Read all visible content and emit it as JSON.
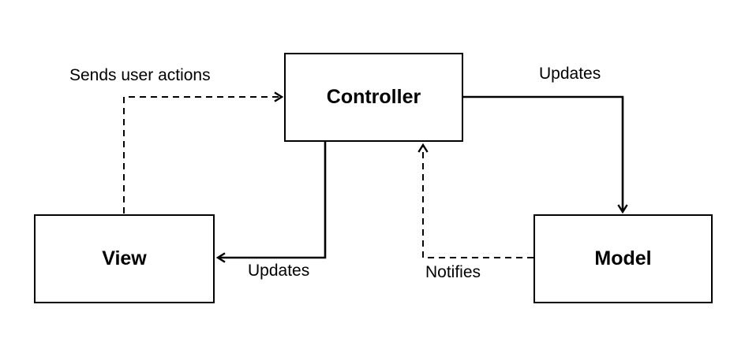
{
  "diagram": {
    "name": "mvc-pattern-diagram",
    "background_color": "#ffffff",
    "line_color": "#000000",
    "text_color": "#000000",
    "nodes": [
      {
        "id": "controller",
        "label": "Controller"
      },
      {
        "id": "view",
        "label": "View"
      },
      {
        "id": "model",
        "label": "Model"
      }
    ],
    "edges": [
      {
        "id": "view-to-controller",
        "label": "Sends user actions",
        "from": "View",
        "to": "Controller",
        "line_style": "dashed"
      },
      {
        "id": "controller-to-model",
        "label": "Updates",
        "from": "Controller",
        "to": "Model",
        "line_style": "solid"
      },
      {
        "id": "controller-to-view",
        "label": "Updates",
        "from": "Controller",
        "to": "View",
        "line_style": "solid"
      },
      {
        "id": "model-to-controller",
        "label": "Notifies",
        "from": "Model",
        "to": "Controller",
        "line_style": "dashed"
      }
    ]
  }
}
